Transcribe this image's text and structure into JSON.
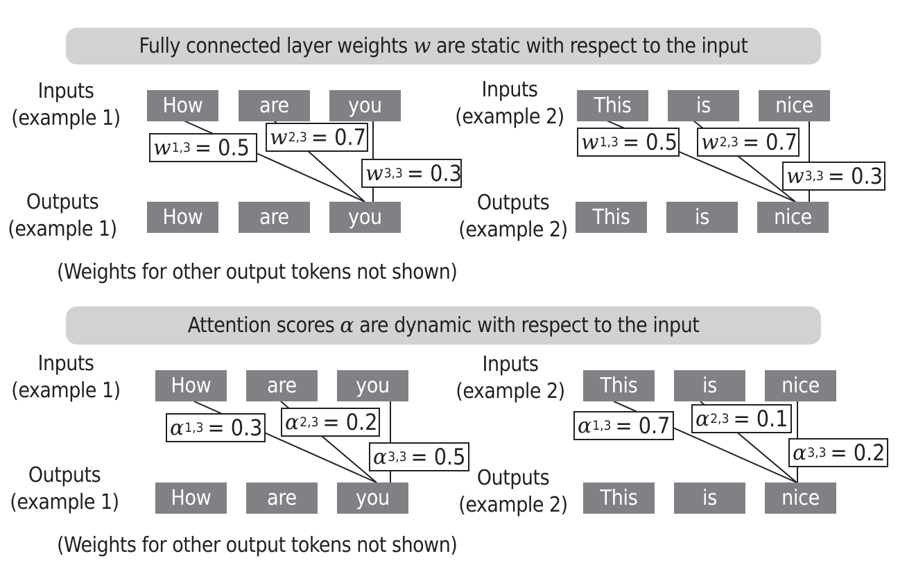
{
  "panels": [
    {
      "banner": {
        "text_before": "Fully connected layer weights",
        "symbol": "w",
        "text_after": "are static with respect to the input"
      },
      "examples": [
        {
          "input_label": [
            "Inputs",
            "(example 1)"
          ],
          "output_label": [
            "Outputs",
            "(example 1)"
          ],
          "inputs": [
            "How",
            "are",
            "you"
          ],
          "outputs": [
            "How",
            "are",
            "you"
          ],
          "weights": [
            {
              "symbol": "w",
              "sub": "1,3",
              "value": "= 0.5"
            },
            {
              "symbol": "w",
              "sub": "2,3",
              "value": "= 0.7"
            },
            {
              "symbol": "w",
              "sub": "3,3",
              "value": "= 0.3"
            }
          ]
        },
        {
          "input_label": [
            "Inputs",
            "(example 2)"
          ],
          "output_label": [
            "Outputs",
            "(example 2)"
          ],
          "inputs": [
            "This",
            "is",
            "nice"
          ],
          "outputs": [
            "This",
            "is",
            "nice"
          ],
          "weights": [
            {
              "symbol": "w",
              "sub": "1,3",
              "value": "= 0.5"
            },
            {
              "symbol": "w",
              "sub": "2,3",
              "value": "= 0.7"
            },
            {
              "symbol": "w",
              "sub": "3,3",
              "value": "= 0.3"
            }
          ]
        }
      ],
      "note": "(Weights for other output tokens not shown)"
    },
    {
      "banner": {
        "text_before": "Attention scores",
        "symbol": "α",
        "text_after": "are dynamic with respect to the input"
      },
      "examples": [
        {
          "input_label": [
            "Inputs",
            "(example 1)"
          ],
          "output_label": [
            "Outputs",
            "(example 1)"
          ],
          "inputs": [
            "How",
            "are",
            "you"
          ],
          "outputs": [
            "How",
            "are",
            "you"
          ],
          "weights": [
            {
              "symbol": "α",
              "sub": "1,3",
              "value": "= 0.3"
            },
            {
              "symbol": "α",
              "sub": "2,3",
              "value": "= 0.2"
            },
            {
              "symbol": "α",
              "sub": "3,3",
              "value": "= 0.5"
            }
          ]
        },
        {
          "input_label": [
            "Inputs",
            "(example 2)"
          ],
          "output_label": [
            "Outputs",
            "(example 2)"
          ],
          "inputs": [
            "This",
            "is",
            "nice"
          ],
          "outputs": [
            "This",
            "is",
            "nice"
          ],
          "weights": [
            {
              "symbol": "α",
              "sub": "1,3",
              "value": "= 0.7"
            },
            {
              "symbol": "α",
              "sub": "2,3",
              "value": "= 0.1"
            },
            {
              "symbol": "α",
              "sub": "3,3",
              "value": "= 0.2"
            }
          ]
        }
      ],
      "note": "(Weights for other output tokens not shown)"
    }
  ],
  "colors": {
    "banner": "#d1d2d4",
    "token": "#808184",
    "text": "#231f20"
  }
}
